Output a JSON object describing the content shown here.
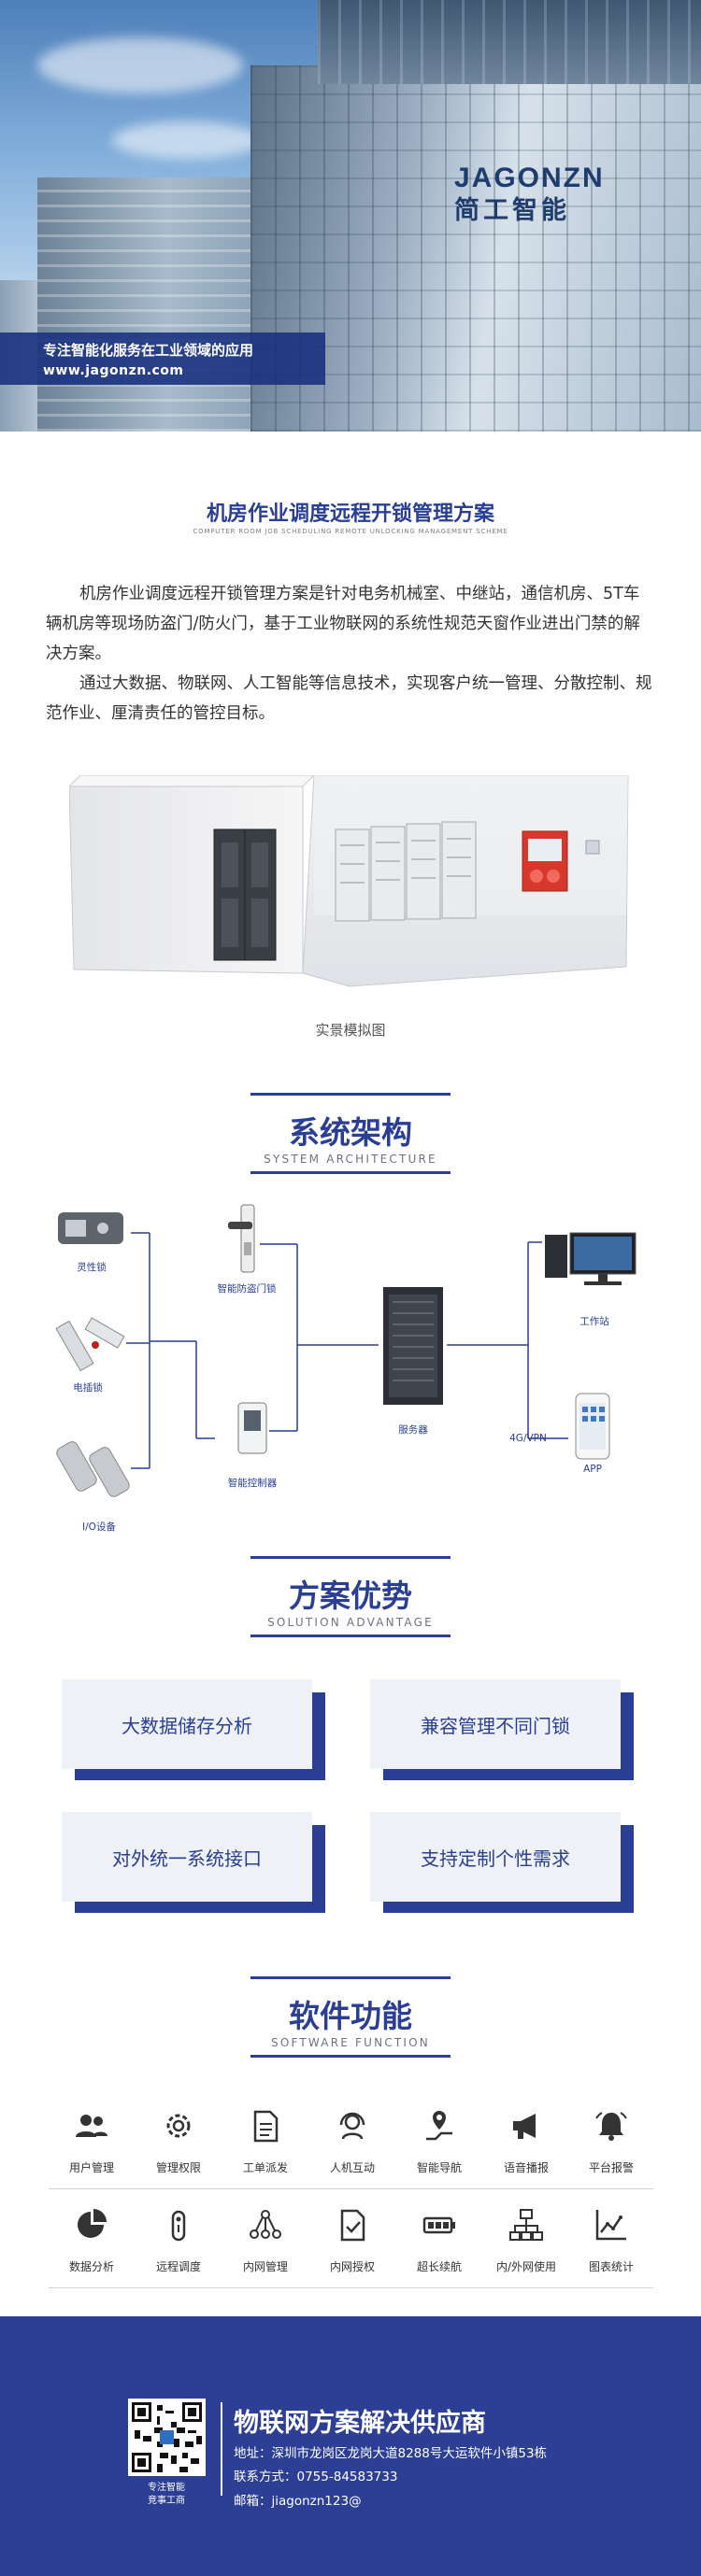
{
  "hero": {
    "brand_en": "JAGONZN",
    "brand_cn": "简工智能",
    "tagline": "专注智能化服务在工业领域的应用",
    "website": "www.jagonzn.com"
  },
  "intro": {
    "title": "机房作业调度远程开锁管理方案",
    "subtitle": "COMPUTER ROOM JOB SCHEDULING REMOTE UNLOCKING MANAGEMENT SCHEME",
    "paragraphs": [
      "机房作业调度远程开锁管理方案是针对电务机械室、中继站，通信机房、5T车辆机房等现场防盗门/防火门，基于工业物联网的系统性规范天窗作业进出门禁的解决方案。",
      "通过大数据、物联网、人工智能等信息技术，实现客户统一管理、分散控制、规范作业、厘清责任的管控目标。"
    ],
    "image_caption": "实景模拟图"
  },
  "architecture": {
    "title": "系统架构",
    "subtitle": "SYSTEM ARCHITECTURE",
    "labels": {
      "lock": "灵性锁",
      "electric_lock": "电插锁",
      "io": "I/O设备",
      "door_lock": "智能防盗门锁",
      "controller": "智能控制器",
      "server": "服务器",
      "network": "4G/VPN",
      "workstation": "工作站",
      "app": "APP"
    }
  },
  "advantages": {
    "title": "方案优势",
    "subtitle": "SOLUTION ADVANTAGE",
    "items": [
      "大数据储存分析",
      "兼容管理不同门锁",
      "对外统一系统接口",
      "支持定制个性需求"
    ]
  },
  "software": {
    "title": "软件功能",
    "subtitle": "SOFTWARE FUNCTION",
    "row1": [
      {
        "label": "用户管理",
        "icon": "users-icon"
      },
      {
        "label": "管理权限",
        "icon": "gear-icon"
      },
      {
        "label": "工单派发",
        "icon": "document-icon"
      },
      {
        "label": "人机互动",
        "icon": "headset-icon"
      },
      {
        "label": "智能导航",
        "icon": "route-icon"
      },
      {
        "label": "语音播报",
        "icon": "megaphone-icon"
      },
      {
        "label": "平台报警",
        "icon": "alarm-icon"
      }
    ],
    "row2": [
      {
        "label": "数据分析",
        "icon": "pie-chart-icon"
      },
      {
        "label": "远程调度",
        "icon": "remote-icon"
      },
      {
        "label": "内网管理",
        "icon": "network-icon"
      },
      {
        "label": "内网授权",
        "icon": "authorize-icon"
      },
      {
        "label": "超长续航",
        "icon": "battery-icon"
      },
      {
        "label": "内/外网使用",
        "icon": "lan-icon"
      },
      {
        "label": "图表统计",
        "icon": "line-chart-icon"
      }
    ]
  },
  "footer": {
    "qr_caption_1": "专注智能",
    "qr_caption_2": "竞事工商",
    "title": "物联网方案解决供应商",
    "address": "地址：深圳市龙岗区龙岗大道8288号大运软件小镇53栋",
    "phone": "联系方式：0755-84583733",
    "email": "邮箱：jiagonzn123@"
  },
  "colors": {
    "brand_blue": "#2a3e94",
    "footer_blue": "#2d3f94",
    "card_bg": "#eef1f6"
  }
}
